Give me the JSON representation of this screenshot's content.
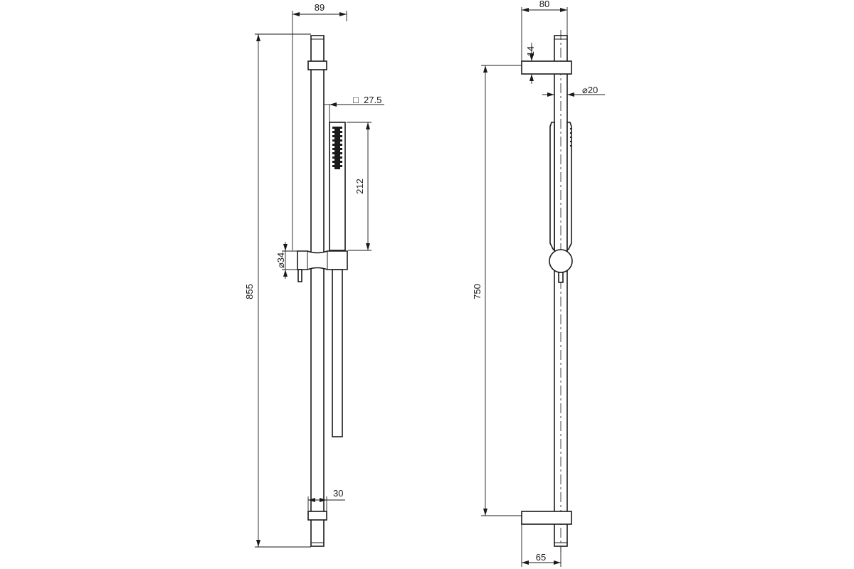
{
  "dimensions": {
    "front_width": "89",
    "square_section": "27.5",
    "handset_length": "212",
    "slider_diameter": "34",
    "total_height": "855",
    "bracket_width": "30",
    "side_width": "80",
    "bracket_thickness": "14",
    "rail_diameter": "20",
    "bracket_spacing": "750",
    "bracket_depth": "65"
  },
  "symbols": {
    "diameter": "⌀",
    "square": "□"
  }
}
